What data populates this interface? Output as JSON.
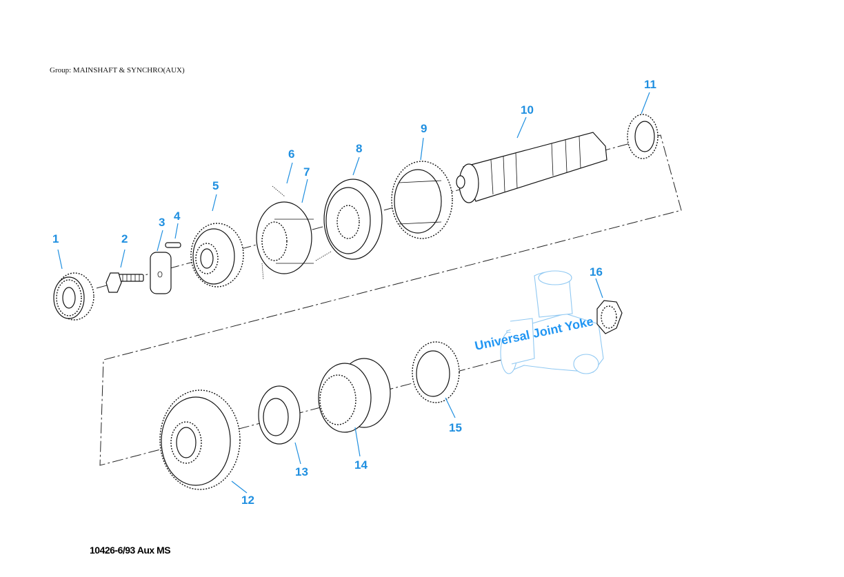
{
  "header": {
    "group_label": "Group: MAINSHAFT & SYNCHRO(AUX)"
  },
  "footer": {
    "doc_code": "10426-6/93 Aux MS"
  },
  "diagram": {
    "annotation": "Universal Joint Yoke",
    "callouts": [
      "1",
      "2",
      "3",
      "4",
      "5",
      "6",
      "7",
      "8",
      "9",
      "10",
      "11",
      "12",
      "13",
      "14",
      "15",
      "16"
    ]
  },
  "colors": {
    "callout": "#1f8fe0",
    "annotation": "#2196f3",
    "ghost_outline": "#8fc8f2"
  }
}
